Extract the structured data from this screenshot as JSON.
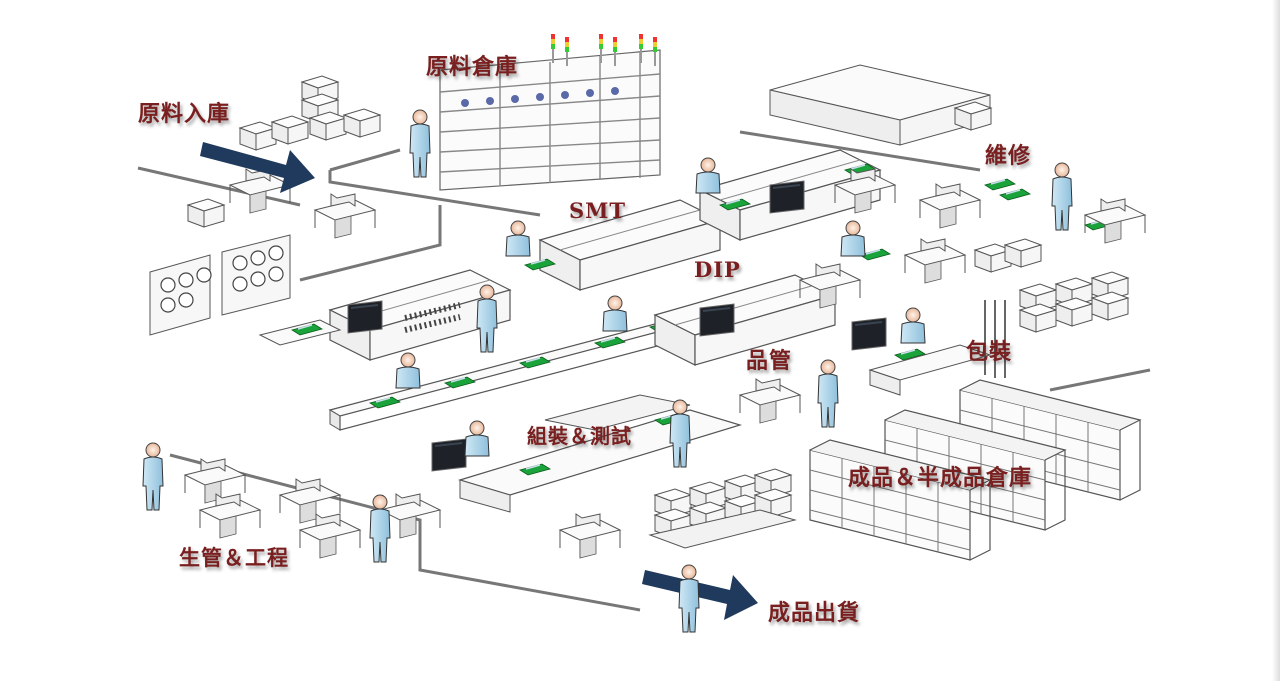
{
  "diagram": {
    "title": "Factory layout flow",
    "labels": {
      "raw_material_in": "原料入庫",
      "raw_material_warehouse": "原料倉庫",
      "smt": "SMT",
      "dip": "DIP",
      "repair": "維修",
      "qc": "品管",
      "packing": "包裝",
      "assembly_test": "組裝＆測試",
      "fg_sfg_warehouse": "成品＆半成品倉庫",
      "production_engineering": "生管＆工程",
      "finished_goods_shipping": "成品出貨"
    },
    "colors": {
      "label": "#7a1f1f",
      "arrow": "#1f3a5c",
      "pcb": "#1aa33a",
      "worker": "#a9d3ea",
      "line": "#555555",
      "equipment": "#f4f4f4"
    },
    "icons": [
      "worker-icon",
      "monitor-icon",
      "pcb-board-icon",
      "signal-tower-icon",
      "storage-rack-icon",
      "box-pallet-icon",
      "arrow-icon"
    ]
  }
}
